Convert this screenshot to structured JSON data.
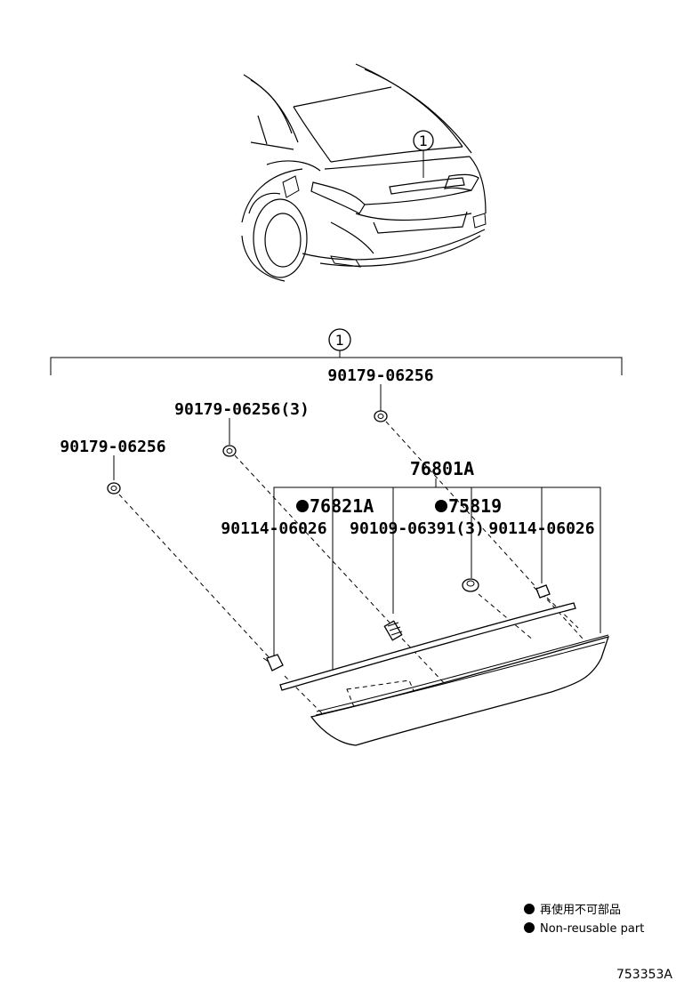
{
  "callout_number": "1",
  "labels": {
    "clip_top_right": "90179-06256",
    "clip_mid": "90179-06256(3)",
    "clip_left": "90179-06256",
    "assembly": "76801A",
    "moulding": "76821A",
    "emblem": "75819",
    "screw_left": "90114-06026",
    "clip_set": "90109-06391(3)",
    "screw_right": "90114-06026"
  },
  "legend": {
    "jp": "再使用不可部品",
    "en": "Non-reusable part"
  },
  "diagram_id": "753353A"
}
